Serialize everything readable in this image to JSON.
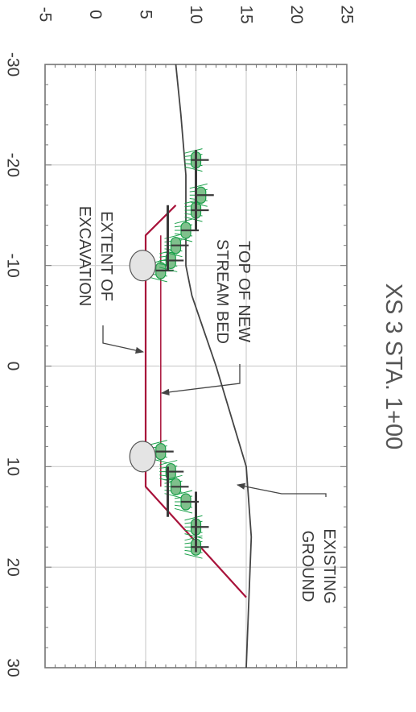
{
  "title": "XS 3  STA. 1+00",
  "x_ticks": [
    "-30",
    "-20",
    "-10",
    "0",
    "10",
    "20",
    "30"
  ],
  "y_ticks": [
    "-5",
    "0",
    "5",
    "10",
    "15",
    "20",
    "25"
  ],
  "labels": {
    "existing_ground": [
      "EXISTING",
      "GROUND"
    ],
    "top_of_stream_bed": [
      "TOP OF NEW",
      "STREAM BED"
    ],
    "extent_of_excavation": [
      "EXTENT OF",
      "EXCAVATION"
    ]
  },
  "colors": {
    "grid": "#cfcfcf",
    "frame": "#777777",
    "ground": "#444444",
    "excavation": "#a8123a",
    "plant": "#1aa04a",
    "stake": "#3a3a3a",
    "boulder_fill": "#e4e4e4"
  },
  "chart_data": {
    "type": "line",
    "xlim": [
      -30,
      30
    ],
    "ylim": [
      -5,
      25
    ],
    "grid": true,
    "series": [
      {
        "key": "existing_ground",
        "x": [
          -30,
          -25,
          -19,
          -10,
          -7,
          0,
          10,
          17,
          30
        ],
        "y": [
          8,
          8.5,
          9,
          9,
          9.6,
          12,
          15,
          15.5,
          15
        ]
      },
      {
        "key": "excavation",
        "x": [
          -16,
          -13,
          12,
          23
        ],
        "y": [
          8,
          5,
          5,
          15
        ]
      },
      {
        "key": "stream_bed",
        "x": [
          -13,
          -10,
          10,
          12
        ],
        "y": [
          6.5,
          6.5,
          6.5,
          6.5
        ]
      }
    ],
    "boulders": [
      {
        "x": -10,
        "y": 4.7
      },
      {
        "x": 9,
        "y": 4.7
      }
    ],
    "vegetation": [
      {
        "x": -9.5,
        "y": 6.5
      },
      {
        "x": -10.5,
        "y": 7.5
      },
      {
        "x": -12,
        "y": 8
      },
      {
        "x": -13.5,
        "y": 9
      },
      {
        "x": -15.5,
        "y": 10
      },
      {
        "x": -17,
        "y": 10.5
      },
      {
        "x": -20.5,
        "y": 10
      },
      {
        "x": 8.5,
        "y": 6.5
      },
      {
        "x": 10.5,
        "y": 7.5
      },
      {
        "x": 12,
        "y": 8
      },
      {
        "x": 13.5,
        "y": 9
      },
      {
        "x": 16,
        "y": 10
      },
      {
        "x": 18,
        "y": 10
      }
    ]
  }
}
